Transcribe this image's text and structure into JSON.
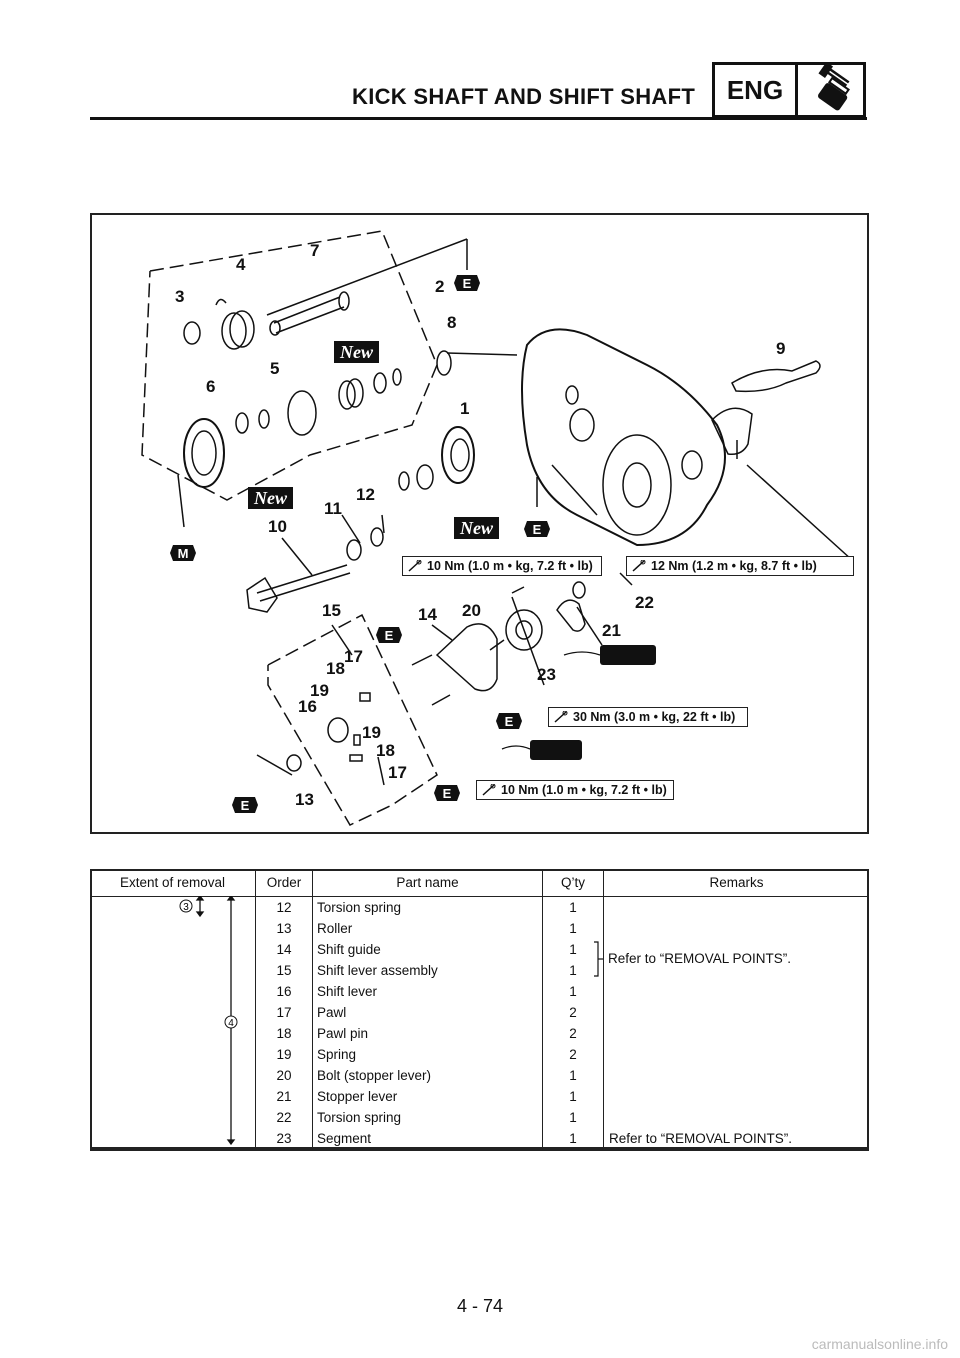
{
  "header": {
    "title": "KICK SHAFT AND SHIFT SHAFT",
    "section_badge": "ENG",
    "section_icon": "engine-piston-icon"
  },
  "diagram": {
    "callouts": [
      "1",
      "2",
      "3",
      "4",
      "5",
      "6",
      "7",
      "8",
      "9",
      "10",
      "11",
      "12",
      "13",
      "14",
      "15",
      "16",
      "17",
      "18",
      "19",
      "19",
      "18",
      "17",
      "20",
      "21",
      "22",
      "23"
    ],
    "new_tags": [
      "New",
      "New",
      "New"
    ],
    "lube_marks": {
      "engine_oil": "E",
      "molybdenum": "M"
    },
    "torque_specs": {
      "t1": "10 Nm (1.0 m • kg, 7.2 ft • lb)",
      "t2": "12 Nm (1.2 m • kg, 8.7 ft • lb)",
      "t3": "30 Nm (3.0 m • kg, 22 ft • lb)",
      "t4": "10 Nm (1.0 m • kg, 7.2 ft • lb)"
    }
  },
  "table": {
    "headers": {
      "extent": "Extent of removal",
      "order": "Order",
      "part": "Part name",
      "qty": "Q’ty",
      "remarks": "Remarks"
    },
    "extent_marks": {
      "a": "3",
      "b": "4"
    },
    "rows": [
      {
        "order": "12",
        "part": "Torsion spring",
        "qty": "1"
      },
      {
        "order": "13",
        "part": "Roller",
        "qty": "1"
      },
      {
        "order": "14",
        "part": "Shift guide",
        "qty": "1"
      },
      {
        "order": "15",
        "part": "Shift lever assembly",
        "qty": "1"
      },
      {
        "order": "16",
        "part": "Shift lever",
        "qty": "1"
      },
      {
        "order": "17",
        "part": "Pawl",
        "qty": "2"
      },
      {
        "order": "18",
        "part": "Pawl pin",
        "qty": "2"
      },
      {
        "order": "19",
        "part": "Spring",
        "qty": "2"
      },
      {
        "order": "20",
        "part": "Bolt (stopper lever)",
        "qty": "1"
      },
      {
        "order": "21",
        "part": "Stopper lever",
        "qty": "1"
      },
      {
        "order": "22",
        "part": "Torsion spring",
        "qty": "1"
      },
      {
        "order": "23",
        "part": "Segment",
        "qty": "1"
      }
    ],
    "remark_bracket": "Refer to “REMOVAL POINTS”.",
    "remark_last": "Refer to “REMOVAL POINTS”."
  },
  "footer": {
    "page_number": "4 - 74",
    "watermark": "carmanualsonline.info"
  }
}
